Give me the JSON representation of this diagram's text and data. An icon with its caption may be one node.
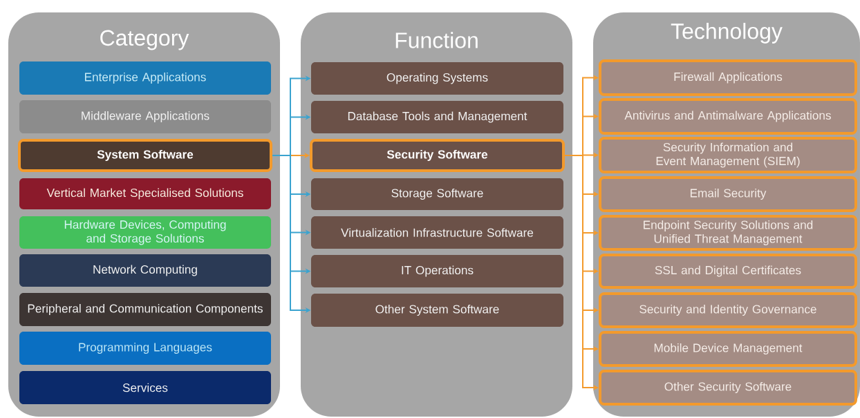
{
  "diagram": {
    "nodes": [
      {
        "text": [
          "Category"
        ]
      },
      {
        "text": [
          "Enterprise Applications"
        ],
        "in": 0
      },
      {
        "text": [
          "Middleware Applications"
        ],
        "in": 0
      },
      {
        "text": [
          "System Software"
        ],
        "in": 0
      },
      {
        "text": [
          "Vertical Market Specialised Solutions"
        ],
        "in": 0
      },
      {
        "text": [
          "Hardware Devices, Computing and Storage Solutions"
        ],
        "in": 0
      },
      {
        "text": [
          "Network Computing"
        ],
        "in": 0
      },
      {
        "text": [
          "Peripheral and Communication Components"
        ],
        "in": 0
      },
      {
        "text": [
          "Programming Languages"
        ],
        "in": 0
      },
      {
        "text": [
          "Services"
        ],
        "in": 0
      },
      {
        "text": [
          "Function"
        ]
      },
      {
        "text": [
          "Operating Systems"
        ],
        "in": 10
      },
      {
        "text": [
          "Database Tools and Management"
        ],
        "in": 10
      },
      {
        "text": [
          "Security Software"
        ],
        "in": 10
      },
      {
        "text": [
          "Storage Software"
        ],
        "in": 10
      },
      {
        "text": [
          "Virtualization Infrastructure Software"
        ],
        "in": 10
      },
      {
        "text": [
          "IT Operations"
        ],
        "in": 10
      },
      {
        "text": [
          "Other System Software"
        ],
        "in": 10
      },
      {
        "text": [
          "Technology"
        ]
      },
      {
        "text": [
          "Firewall Applications"
        ],
        "in": 18
      },
      {
        "text": [
          "Antivirus and Antimalware Applications"
        ],
        "in": 18
      },
      {
        "text": [
          "Security Information and Event Management (SIEM)"
        ],
        "in": 18
      },
      {
        "text": [
          "Email Security"
        ],
        "in": 18
      },
      {
        "text": [
          "Endpoint Security Solutions and Unified Threat Management"
        ],
        "in": 18
      },
      {
        "text": [
          "SSL and Digital Certificates"
        ],
        "in": 18
      },
      {
        "text": [
          "Security and Identity Governance"
        ],
        "in": 18
      },
      {
        "text": [
          "Mobile Device Management"
        ],
        "in": 18
      },
      {
        "text": [
          "Other Security Software"
        ],
        "in": 18
      }
    ],
    "edges": [
      {
        "from": 3,
        "to": 11,
        "arrow": "to",
        "color": "#3aa3cf"
      },
      {
        "from": 3,
        "to": 12,
        "arrow": "to",
        "color": "#3aa3cf"
      },
      {
        "from": 3,
        "to": 13,
        "arrow": "to"
      },
      {
        "from": 3,
        "to": 14,
        "arrow": "to",
        "color": "#3aa3cf"
      },
      {
        "from": 3,
        "to": 15,
        "arrow": "to",
        "color": "#3aa3cf"
      },
      {
        "from": 3,
        "to": 16,
        "arrow": "to",
        "color": "#3aa3cf"
      },
      {
        "from": 3,
        "to": 17,
        "arrow": "to",
        "color": "#3aa3cf"
      },
      {
        "from": 13,
        "to": 19,
        "arrow": "to"
      },
      {
        "from": 13,
        "to": 20,
        "arrow": "to"
      },
      {
        "from": 13,
        "to": 21,
        "arrow": "to"
      },
      {
        "from": 13,
        "to": 22,
        "arrow": "to"
      },
      {
        "from": 13,
        "to": 23,
        "arrow": "to"
      },
      {
        "from": 13,
        "to": 24,
        "arrow": "to"
      },
      {
        "from": 13,
        "to": 25,
        "arrow": "to"
      },
      {
        "from": 13,
        "to": 26,
        "arrow": "to"
      },
      {
        "from": 13,
        "to": 27,
        "arrow": "to"
      }
    ]
  }
}
